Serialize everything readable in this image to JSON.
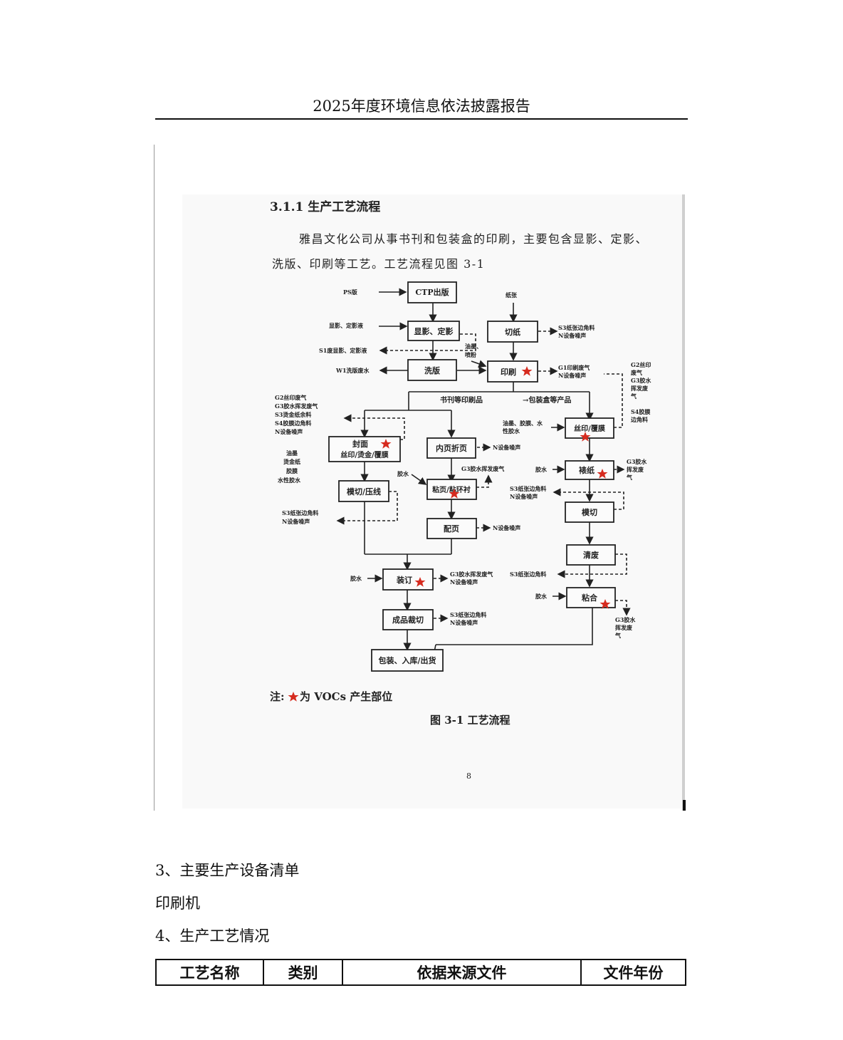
{
  "page_header": "2025年度环境信息依法披露报告",
  "scan": {
    "heading": "3.1.1  生产工艺流程",
    "para_line1": "雅昌文化公司从事书刊和包装盒的印刷，主要包含显影、定影、",
    "para_line2": "洗版、印刷等工艺。工艺流程见图 3-1",
    "nodes": {
      "ctp": "CTP出版",
      "develop": "显影、定影",
      "wash": "洗版",
      "cut_paper": "切纸",
      "print": "印刷",
      "cover_l1": "封面",
      "cover_l2": "丝印/烫金/覆膜",
      "cut_press": "模切/压线",
      "fold": "内页折页",
      "paste": "粘页/粘环衬",
      "collate": "配页",
      "bind": "装订",
      "final_cut": "成品裁切",
      "pack": "包装、入库/出货",
      "silk": "丝印/覆膜",
      "mount": "裱纸",
      "die": "模切",
      "waste": "清废",
      "glue": "粘合"
    },
    "labels": {
      "ps": "PS版",
      "paper": "纸张",
      "dev_liquid": "显影、定影液",
      "s1": "S1废显影、定影液",
      "w1": "W1洗版废水",
      "ink": "油墨、",
      "ink2": "喷粉",
      "cut_s3_1": "S3纸张边角料",
      "cut_s3_2": "N设备噪声",
      "print_g1_1": "G1印刷废气",
      "print_g1_2": "N设备噪声",
      "book": "书刊等印刷品",
      "box": "→包装盒等产品",
      "left_out": [
        "G2丝印废气",
        "G3胶水挥发废气",
        "S3烫金纸余料",
        "S4胶膜边角料",
        "N设备噪声"
      ],
      "right_out": [
        "G2丝印",
        "废气",
        "G3胶水",
        "挥发废",
        "气",
        "S4胶膜",
        "边角料"
      ],
      "cover_in": [
        "油墨",
        "烫金纸",
        "胶膜",
        "水性胶水"
      ],
      "silk_in": [
        "油墨、胶膜、水",
        "性胶水"
      ],
      "fold_n": "N设备噪声",
      "paste_g3": "G3胶水挥发废气",
      "glue_in": "胶水",
      "cutpress_out1": "S3纸张边角料",
      "cutpress_out2": "N设备噪声",
      "mount_g3": [
        "G3胶水",
        "挥发废",
        "气"
      ],
      "die_out1": "S3纸张边角料",
      "die_out2": "N设备噪声",
      "collate_n": "N设备噪声",
      "bind_g3": "G3胶水挥发废气",
      "bind_n": "N设备噪声",
      "waste_s3": "S3纸张边角料",
      "finalcut_1": "S3纸张边角料",
      "finalcut_2": "N设备噪声",
      "glue_g3": [
        "G3胶水",
        "挥发废",
        "气"
      ]
    },
    "note_prefix": "注:",
    "note_suffix": "为 VOCs 产生部位",
    "caption": "图 3-1  工艺流程",
    "page_num": "8"
  },
  "sections": {
    "equipment_title": "3、主要生产设备清单",
    "equipment_item": "印刷机",
    "process_title": "4、生产工艺情况"
  },
  "table": {
    "headers": [
      "工艺名称",
      "类别",
      "依据来源文件",
      "文件年份"
    ]
  },
  "colors": {
    "star": "#d62b1f",
    "rule": "#111111"
  }
}
